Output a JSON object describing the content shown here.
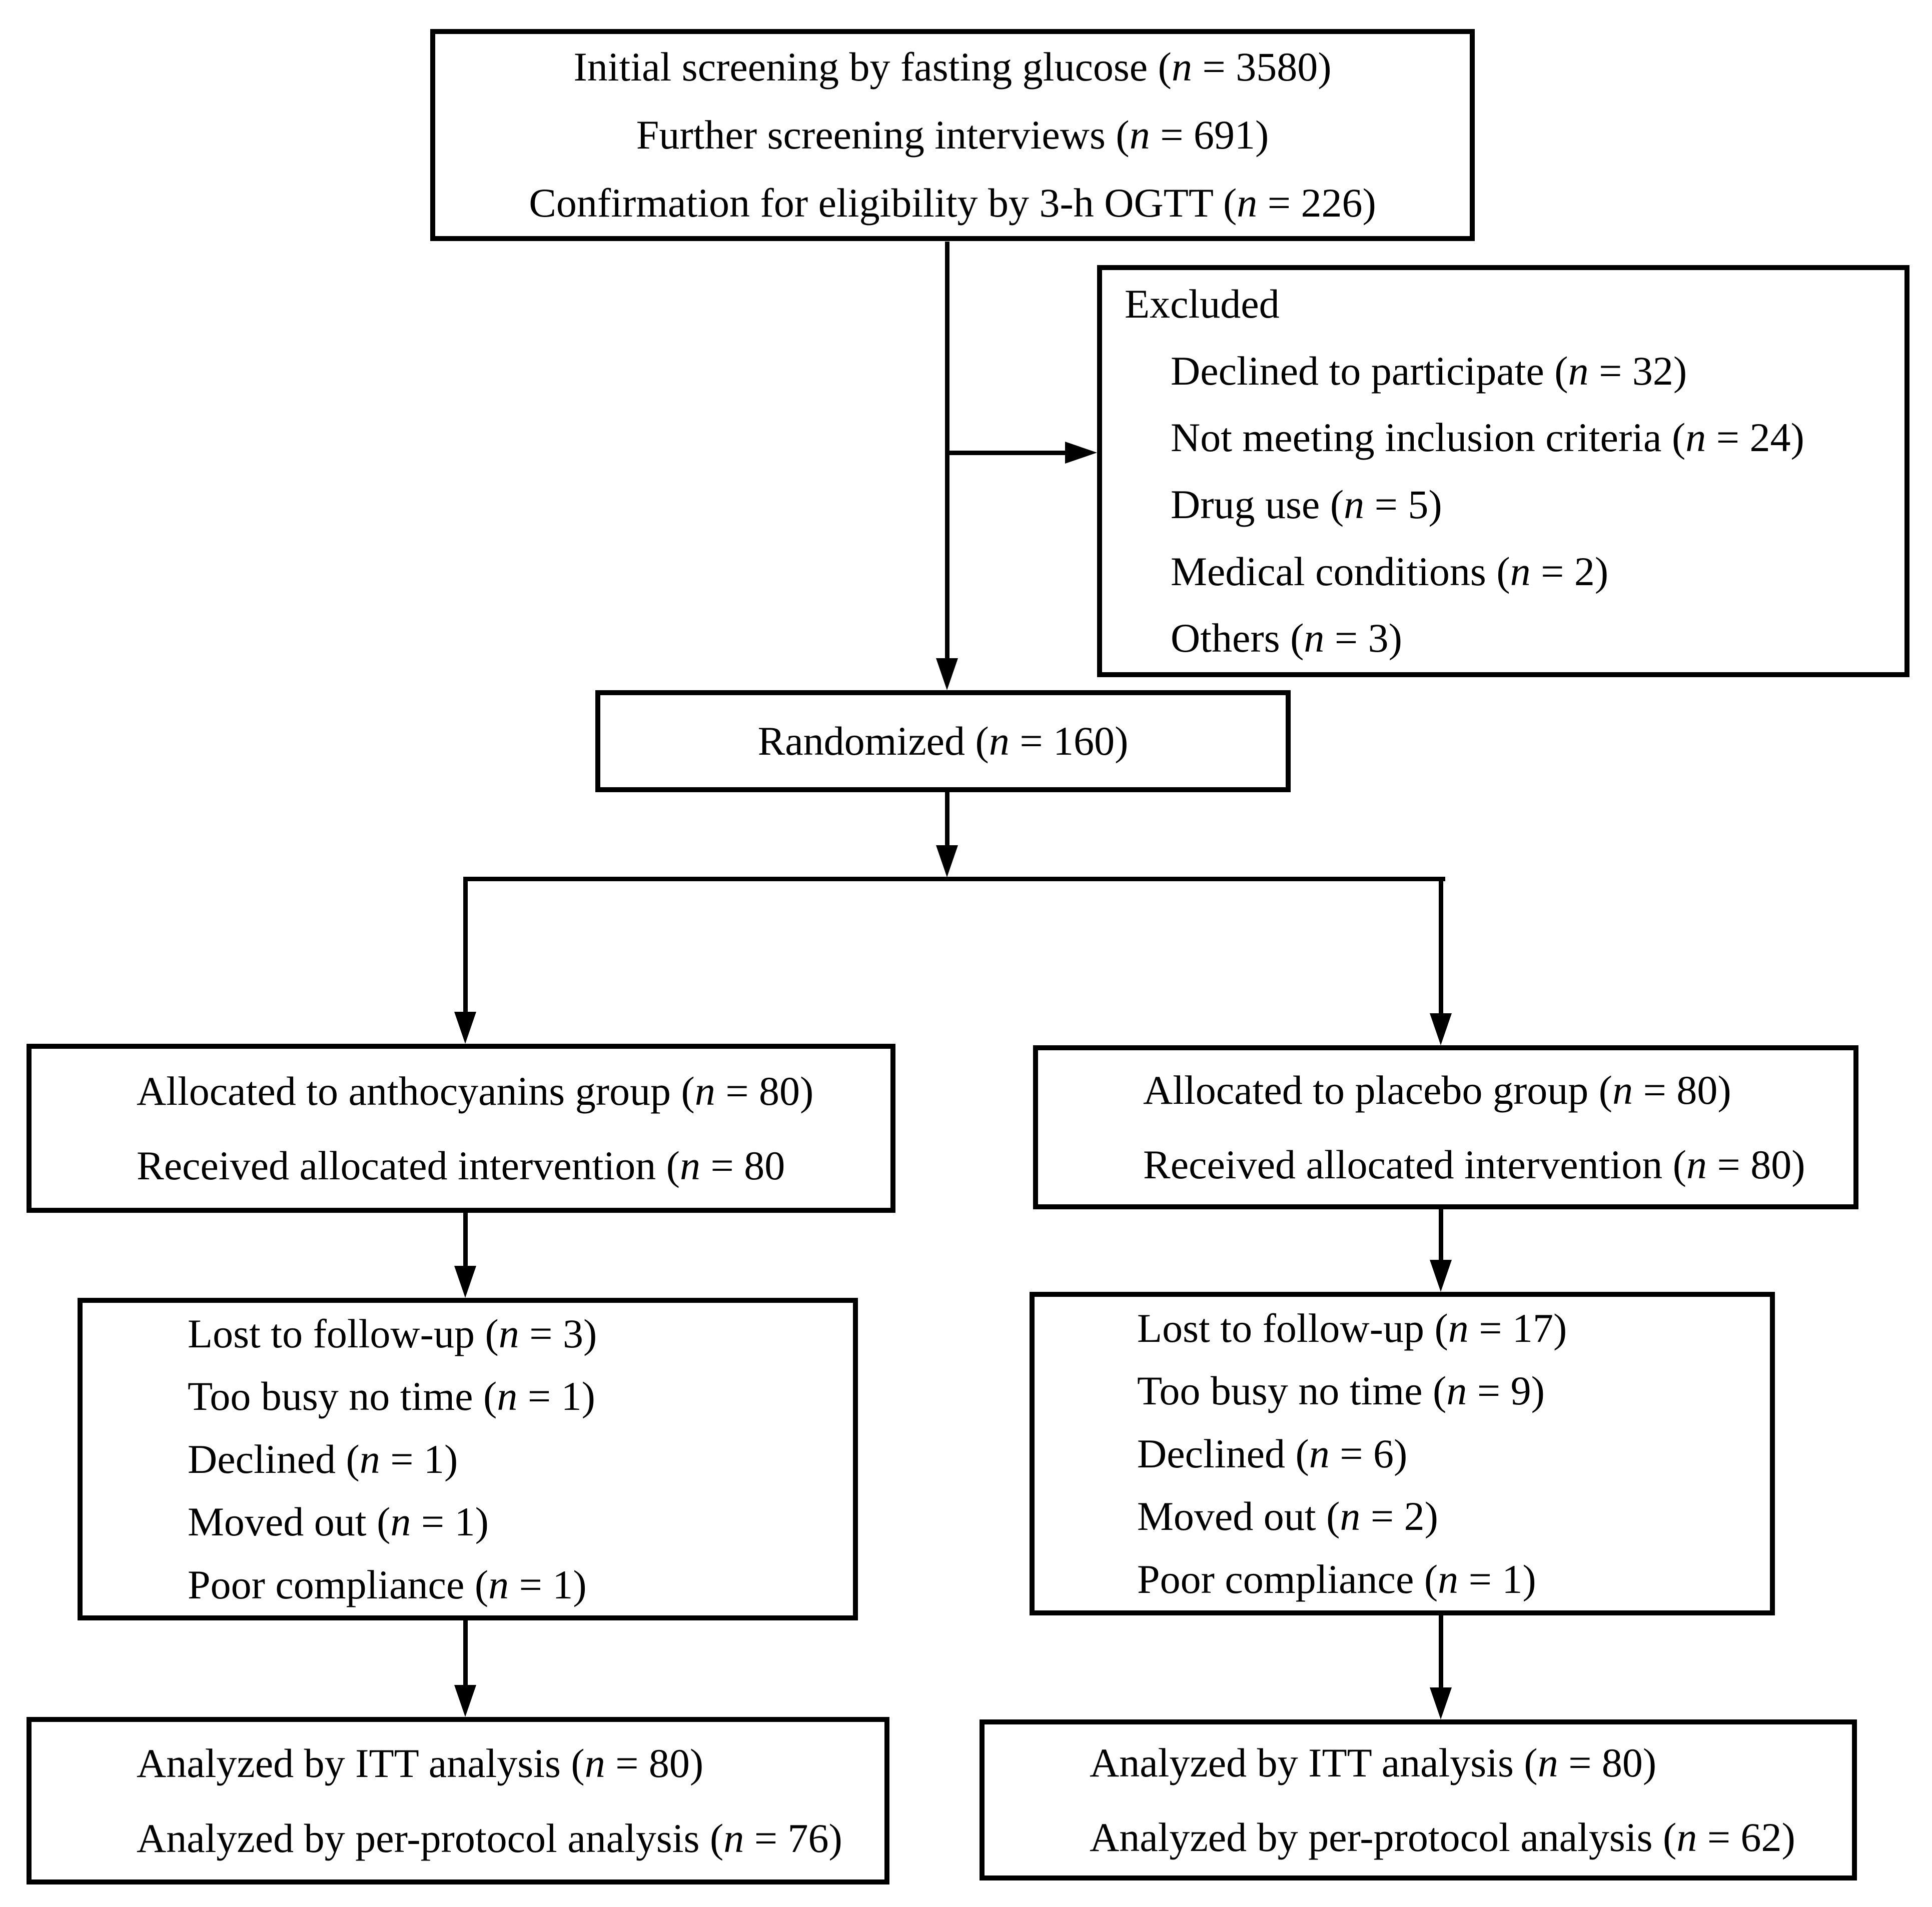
{
  "colors": {
    "ink": "#000000",
    "background": "#ffffff"
  },
  "boxes": {
    "screening": {
      "lines": [
        "Initial screening by fasting glucose (n = 3580)",
        "Further screening interviews (n = 691)",
        "Confirmation for eligibility by 3-h OGTT (n = 226)"
      ]
    },
    "excluded": {
      "title": "Excluded",
      "items": [
        "Declined to participate (n = 32)",
        "Not meeting inclusion criteria (n = 24)",
        "Drug use (n = 5)",
        "Medical conditions (n = 2)",
        "Others (n = 3)"
      ]
    },
    "randomized": {
      "label": "Randomized (n = 160)"
    },
    "allocation_anthocyanins": {
      "lines": [
        "Allocated to anthocyanins group (n = 80)",
        "Received allocated intervention (n = 80"
      ]
    },
    "allocation_placebo": {
      "lines": [
        "Allocated to placebo group (n = 80)",
        "Received allocated intervention (n = 80)"
      ]
    },
    "followup_anthocyanins": {
      "lines": [
        "Lost to follow-up (n = 3)",
        "Too busy no time (n = 1)",
        "Declined (n = 1)",
        "Moved out (n = 1)",
        "Poor compliance (n = 1)"
      ]
    },
    "followup_placebo": {
      "lines": [
        "Lost to follow-up (n = 17)",
        "Too busy no time (n = 9)",
        "Declined (n = 6)",
        "Moved out (n = 2)",
        "Poor compliance (n = 1)"
      ]
    },
    "analysis_anthocyanins": {
      "lines": [
        "Analyzed by ITT analysis (n = 80)",
        "Analyzed by per-protocol analysis (n = 76)"
      ]
    },
    "analysis_placebo": {
      "lines": [
        "Analyzed by ITT analysis (n = 80)",
        "Analyzed by per-protocol analysis (n = 62)"
      ]
    }
  }
}
